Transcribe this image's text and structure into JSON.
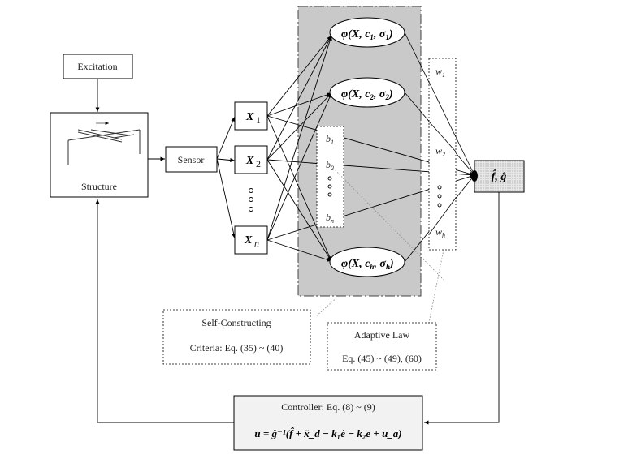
{
  "blocks": {
    "excitation": "Excitation",
    "structure": "Structure",
    "sensor": "Sensor",
    "inputs": [
      {
        "sym": "X",
        "sub": "1"
      },
      {
        "sym": "X",
        "sub": "2"
      },
      {
        "sym": "X",
        "sub": "n"
      }
    ],
    "rbf_nodes": [
      {
        "sub": "1",
        "text": "φ(X, c",
        "text2": ", σ",
        "text3": ")"
      },
      {
        "sub": "2",
        "text": "φ(X, c",
        "text2": ", σ",
        "text3": ")"
      },
      {
        "sub": "h",
        "text": "φ(X, c",
        "text2": ", σ",
        "text3": ")"
      }
    ],
    "biases": [
      {
        "sym": "b",
        "sub": "1"
      },
      {
        "sym": "b",
        "sub": "2"
      },
      {
        "sym": "b",
        "sub": "n"
      }
    ],
    "weights": [
      {
        "sym": "w",
        "sub": "1"
      },
      {
        "sym": "w",
        "sub": "2"
      },
      {
        "sym": "w",
        "sub": "h"
      }
    ],
    "output": "f̂, ĝ",
    "self_constructing": {
      "line1": "Self-Constructing",
      "line2": "Criteria: Eq. (35) ~ (40)"
    },
    "adaptive_law": {
      "line1": "Adaptive Law",
      "line2": "Eq. (45) ~ (49), (60)"
    },
    "controller": {
      "line1": "Controller: Eq. (8) ~ (9)",
      "line2": "u = ĝ⁻¹(f̂ + ẍ_d − k₁ė − k₂e + u_a)"
    }
  }
}
